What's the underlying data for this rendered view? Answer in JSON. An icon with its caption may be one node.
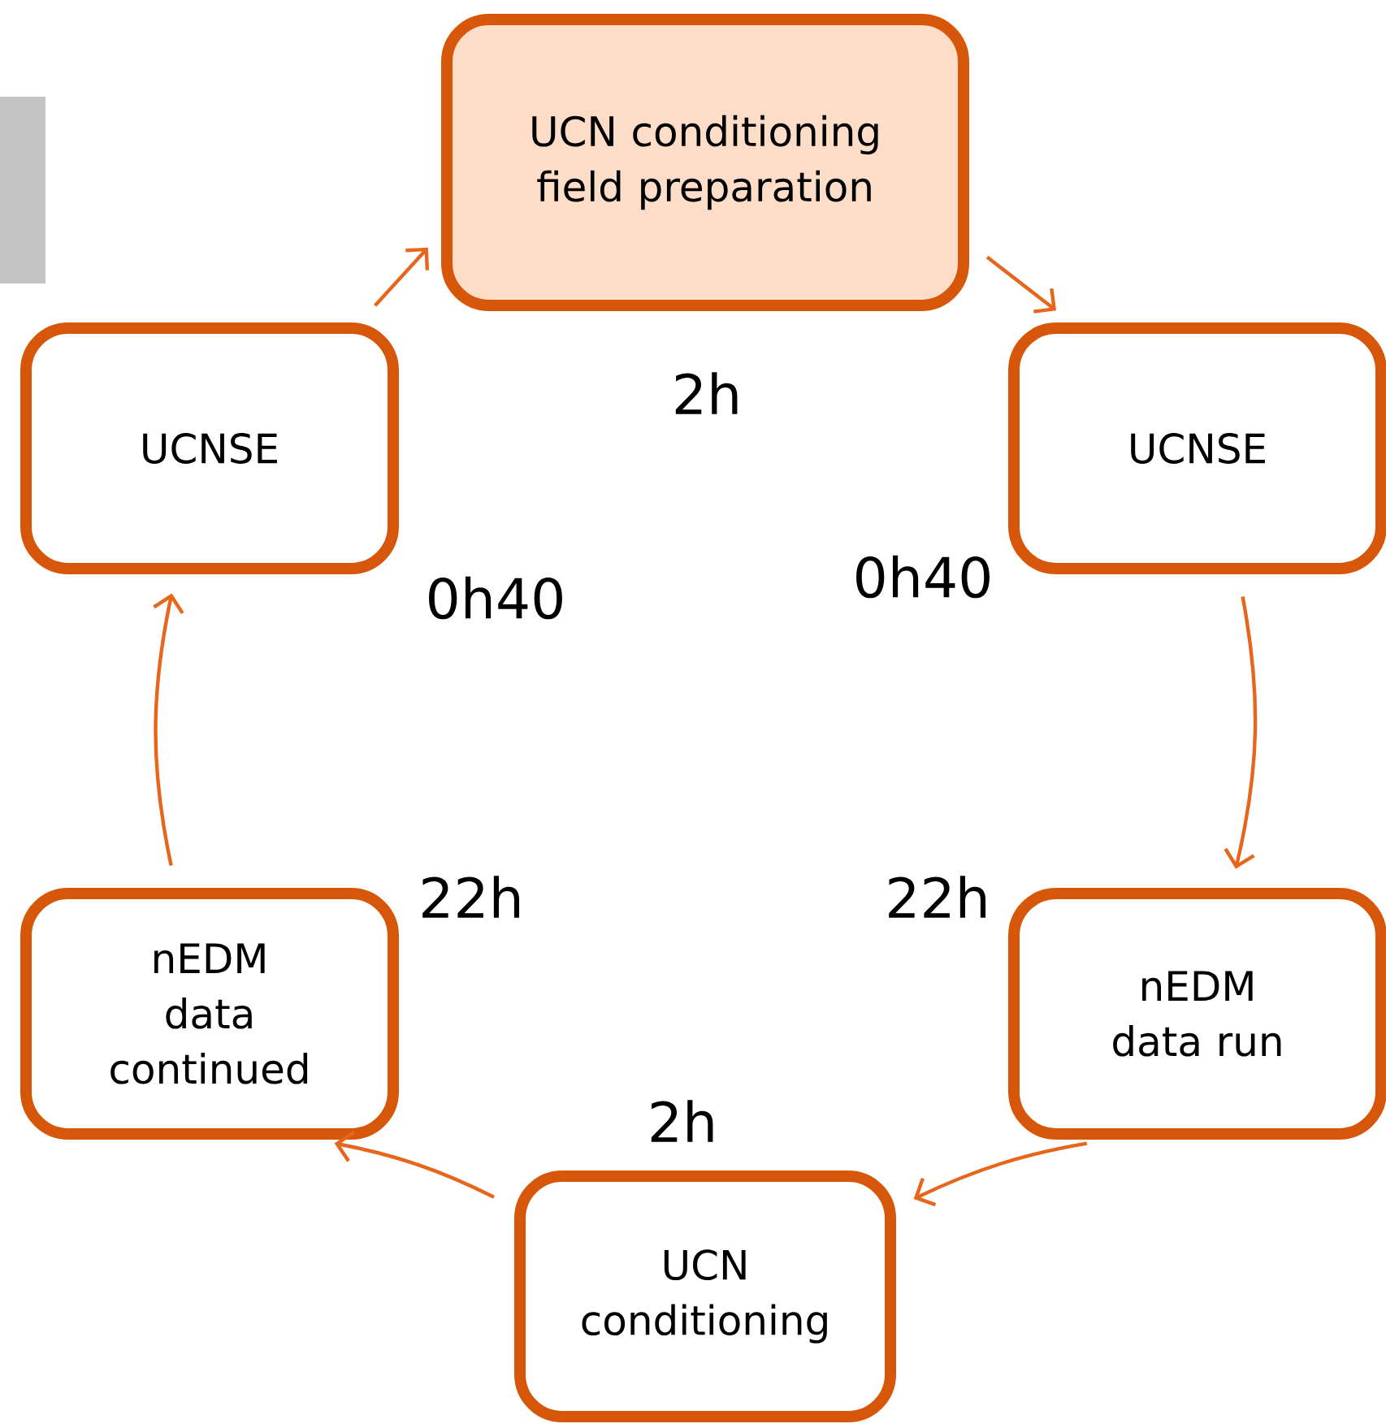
{
  "diagram": {
    "nodes": [
      {
        "text": [
          "UCN conditioning field preparation"
        ],
        "beside": [
          "2h"
        ]
      },
      {
        "text": [
          "UCNSE"
        ],
        "beside": [
          "0h40"
        ]
      },
      {
        "text": [
          "nEDM data run"
        ],
        "beside": [
          "22h"
        ]
      },
      {
        "text": [
          "UCN conditioning"
        ],
        "beside": [
          "2h"
        ]
      },
      {
        "text": [
          "nEDM data continued"
        ],
        "beside": [
          "22h"
        ]
      },
      {
        "text": [
          "UCNSE"
        ],
        "beside": [
          "0h40"
        ]
      },
      {
        "text": [],
        "shape": "bar"
      }
    ],
    "edges": [
      {
        "from": 0,
        "to": 1,
        "arrow": "to"
      },
      {
        "from": 1,
        "to": 2,
        "arrow": "to"
      },
      {
        "from": 2,
        "to": 3,
        "arrow": "to"
      },
      {
        "from": 3,
        "to": 4,
        "arrow": "to"
      },
      {
        "from": 4,
        "to": 5,
        "arrow": "to"
      },
      {
        "from": 5,
        "to": 0,
        "arrow": "to"
      }
    ]
  }
}
